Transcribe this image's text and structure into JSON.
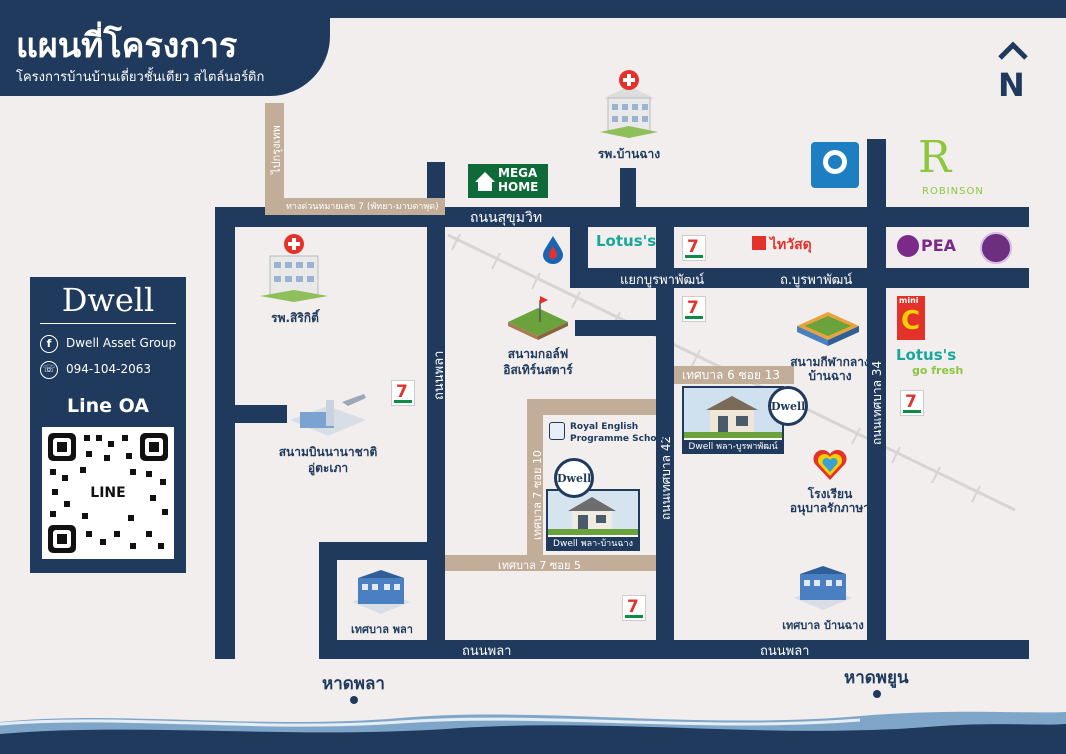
{
  "header": {
    "title": "แผนที่โครงการ",
    "subtitle": "โครงการบ้านบ้านเดี่ยวชั้นเดียว สไตล์นอร์ดิก"
  },
  "north": "N",
  "side": {
    "brand": "Dwell",
    "facebook": "Dwell Asset Group",
    "phone": "094-104-2063",
    "line_oa": "Line OA",
    "qr_label": "LINE"
  },
  "roads": {
    "sukhumvit": "ถนนสุขุมวิท",
    "motorway": "ทางด่วนหมายเลข 7 (พัทยา-มาบตาพุด)",
    "to_bangkok": "ไปกรุงเทพ",
    "phla_v": "ถนนพลา",
    "phla_bottom_left": "ถนนพลา",
    "phla_bottom_right": "ถนนพลา",
    "junction": "แยกบูรพาพัฒน์",
    "burapha": "ถ.บูรพาพัฒน์",
    "soi_42": "ถนนเทศบาล 42",
    "soi_34": "ถนนเทศบาล 34",
    "soi_6_13": "เทศบาล 6 ซอย 13",
    "soi_7_10": "เทศบาล 7 ซอย 10",
    "soi_7_5": "เทศบาล 7 ซอย 5"
  },
  "places": {
    "hospital_banchang": "รพ.บ้านฉาง",
    "hospital_siriket": "รพ.สิริกิติ์",
    "golf": [
      "สนามกอล์ฟ",
      "อิสเทิร์นสตาร์"
    ],
    "airport": [
      "สนามบินนานาชาติ",
      "อู่ตะเภา"
    ],
    "stadium": [
      "สนามกีฬากลาง",
      "บ้านฉาง"
    ],
    "school_kinder": [
      "โรงเรียน",
      "อนุบาลรักภาษา"
    ],
    "royal_school": [
      "Royal English",
      "Programme School"
    ],
    "municipal_phla": "เทศบาล พลา",
    "municipal_banchang": "เทศบาล บ้านฉาง",
    "beach_phla": "หาดพลา",
    "beach_phayun": "หาดพยูน"
  },
  "projects": {
    "burapha": "Dwell พลา-บูรพาพัฒน์",
    "banchang": "Dwell พลา-บ้านฉาง",
    "pin": "Dwell"
  },
  "brands": {
    "mega_home_top": "MEGA",
    "mega_home_bottom": "HOME",
    "lotus": "Lotus's",
    "lotus_go": "Lotus's",
    "lotus_go_sub": "go fresh",
    "thaiwatsadu": "ไทวัสดุ",
    "pea": "PEA",
    "robinson": "ROBINSON",
    "robinson_r": "R",
    "big_c_mini": "mini",
    "big_c": "C",
    "seven": "7"
  },
  "colors": {
    "navy": "#1f3a5c",
    "road_secondary": "#c2ad98",
    "background": "#f2eeee"
  }
}
